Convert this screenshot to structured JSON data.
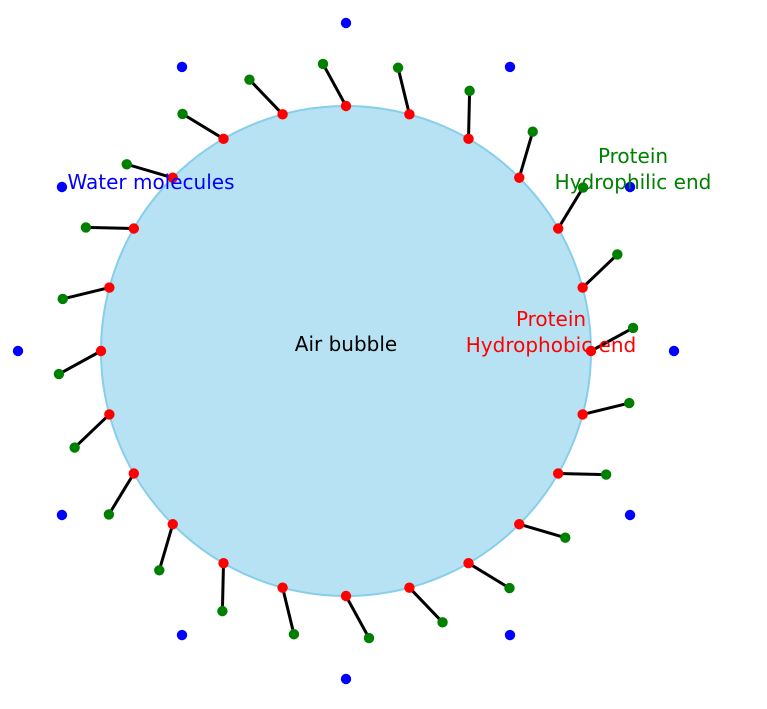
{
  "labels": {
    "bubble": "Air bubble",
    "water": "Water molecules",
    "hydrophilic_line1": "Protein",
    "hydrophilic_line2": "Hydrophilic end",
    "hydrophobic_line1": "Protein",
    "hydrophobic_line2": "Hydrophobic end"
  },
  "colors": {
    "bubble_fill": "#87CEEB",
    "bubble_stroke": "#87CEEB",
    "hydrophobic": "#ff0000",
    "hydrophilic": "#008000",
    "water": "#0000ff",
    "bond": "#000000",
    "bubble_label": "#000000",
    "water_label": "#0000ff",
    "hydrophilic_label": "#008000",
    "hydrophobic_label": "#ff0000"
  },
  "structure": {
    "protein_count": 24,
    "water_count": 12
  }
}
